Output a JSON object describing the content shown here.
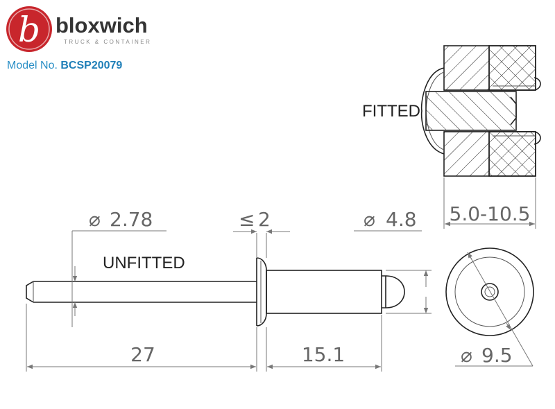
{
  "brand": {
    "logo_letter": "b",
    "name": "bloxwich",
    "tagline": "TRUCK & CONTAINER",
    "model_label": "Model No.",
    "model_number": "BCSP20079",
    "colors": {
      "logo_red": "#c8262c",
      "logo_blue": "#1f7fb8",
      "model_text": "#2a8fc6"
    }
  },
  "drawing": {
    "fitted_label": "FITTED",
    "unfitted_label": "UNFITTED",
    "dim_mandrel_dia": "2.78",
    "dim_head_thickness": "2",
    "dim_body_dia": "4.8",
    "dim_grip_range": "5.0-10.5",
    "dim_mandrel_length": "27",
    "dim_body_length": "15.1",
    "dim_head_dia": "9.5",
    "diameter_symbol": "⌀",
    "le_symbol": "≤"
  }
}
